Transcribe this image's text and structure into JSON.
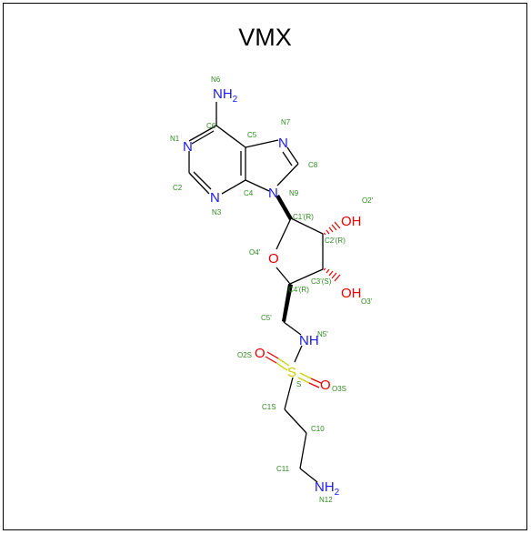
{
  "title": "VMX",
  "colors": {
    "bond": "#000000",
    "nitrogen": "#1a1ae6",
    "oxygen": "#e60000",
    "sulfur": "#cccc00",
    "label": "#2e8b1f"
  },
  "atoms": {
    "n6": "NH",
    "n6_sub": "2",
    "n1": "N",
    "n3": "N",
    "n7": "N",
    "n9": "N",
    "o4p": "O",
    "o2p": "OH",
    "o3p": "OH",
    "n5p": "NH",
    "s": "S",
    "o2s": "O",
    "o3s": "O",
    "n12": "NH",
    "n12_sub": "2"
  },
  "labels": {
    "n6": "N6",
    "c6": "C6",
    "n1": "N1",
    "c5": "C5",
    "n7": "N7",
    "c8": "C8",
    "c2": "C2",
    "n3": "N3",
    "c4": "C4",
    "n9": "N9",
    "c1p": "C1'(R)",
    "o2p": "O2'",
    "o4p": "O4'",
    "c2p": "C2'(R)",
    "c3p": "C3'(S)",
    "c4p": "C4'(R)",
    "o3p": "O3'",
    "c5p": "C5'",
    "n5p": "N5'",
    "o2s": "O2S",
    "s": "S",
    "o3s": "O3S",
    "c1s": "C1S",
    "c10": "C10",
    "c11": "C11",
    "n12": "N12"
  }
}
